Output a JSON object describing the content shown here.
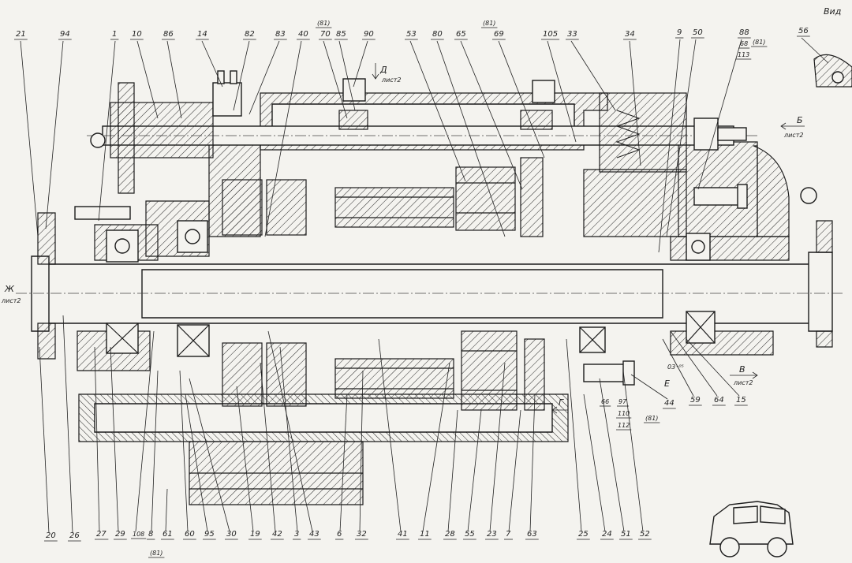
{
  "view_label": "Вид",
  "callouts_top": [
    {
      "id": "c21",
      "text": "21"
    },
    {
      "id": "c94",
      "text": "94"
    },
    {
      "id": "c1",
      "text": "1"
    },
    {
      "id": "c10",
      "text": "10"
    },
    {
      "id": "c86",
      "text": "86"
    },
    {
      "id": "c14",
      "text": "14"
    },
    {
      "id": "c82",
      "text": "82"
    },
    {
      "id": "c83",
      "text": "83"
    },
    {
      "id": "c40",
      "text": "40"
    },
    {
      "id": "c70",
      "text": "70"
    },
    {
      "id": "c85",
      "text": "85"
    },
    {
      "id": "c90",
      "text": "90"
    },
    {
      "id": "c53",
      "text": "53"
    },
    {
      "id": "c80",
      "text": "80"
    },
    {
      "id": "c65",
      "text": "65"
    },
    {
      "id": "c69",
      "text": "69"
    },
    {
      "id": "c105",
      "text": "105"
    },
    {
      "id": "c33",
      "text": "33"
    },
    {
      "id": "c34",
      "text": "34"
    },
    {
      "id": "c9",
      "text": "9"
    },
    {
      "id": "c50",
      "text": "50"
    },
    {
      "id": "c88",
      "text": "88"
    },
    {
      "id": "c68",
      "text": "68"
    },
    {
      "id": "c113",
      "text": "113"
    },
    {
      "id": "c56",
      "text": "56"
    }
  ],
  "callouts_bottom": [
    {
      "id": "c20",
      "text": "20"
    },
    {
      "id": "c26",
      "text": "26"
    },
    {
      "id": "c27",
      "text": "27"
    },
    {
      "id": "c29",
      "text": "29"
    },
    {
      "id": "c108",
      "text": "108"
    },
    {
      "id": "c8",
      "text": "8"
    },
    {
      "id": "c61",
      "text": "61"
    },
    {
      "id": "c60",
      "text": "60"
    },
    {
      "id": "c95",
      "text": "95"
    },
    {
      "id": "c30",
      "text": "30"
    },
    {
      "id": "c19",
      "text": "19"
    },
    {
      "id": "c42",
      "text": "42"
    },
    {
      "id": "c3",
      "text": "3"
    },
    {
      "id": "c43",
      "text": "43"
    },
    {
      "id": "c6",
      "text": "6"
    },
    {
      "id": "c32",
      "text": "32"
    },
    {
      "id": "c41",
      "text": "41"
    },
    {
      "id": "c11",
      "text": "11"
    },
    {
      "id": "c28",
      "text": "28"
    },
    {
      "id": "c55",
      "text": "55"
    },
    {
      "id": "c23",
      "text": "23"
    },
    {
      "id": "c7",
      "text": "7"
    },
    {
      "id": "c63",
      "text": "63"
    },
    {
      "id": "c25",
      "text": "25"
    },
    {
      "id": "c24",
      "text": "24"
    },
    {
      "id": "c51",
      "text": "51"
    },
    {
      "id": "c52",
      "text": "52"
    }
  ],
  "callouts_right": [
    {
      "id": "c44",
      "text": "44"
    },
    {
      "id": "c59",
      "text": "59"
    },
    {
      "id": "c64",
      "text": "64"
    },
    {
      "id": "c15",
      "text": "15"
    },
    {
      "id": "c66",
      "text": "66"
    },
    {
      "id": "c97",
      "text": "97"
    },
    {
      "id": "c110",
      "text": "110"
    },
    {
      "id": "c112",
      "text": "112"
    }
  ],
  "circled_marks": [
    {
      "id": "m_top1",
      "text": "(81)"
    },
    {
      "id": "m_top2",
      "text": "(81)"
    },
    {
      "id": "m_top3",
      "text": "(81)"
    },
    {
      "id": "m_right",
      "text": "(81)"
    },
    {
      "id": "m_bottom",
      "text": "(81)"
    }
  ],
  "view_refs": [
    {
      "id": "vD",
      "letter": "Д",
      "sheet": "лист2"
    },
    {
      "id": "vB",
      "letter": "Б",
      "sheet": "лист2"
    },
    {
      "id": "vV",
      "letter": "В",
      "sheet": "лист2"
    },
    {
      "id": "vZh",
      "letter": "Ж",
      "sheet": "лист2"
    },
    {
      "id": "vG",
      "letter": "Г",
      "sheet": ""
    },
    {
      "id": "vE",
      "letter": "Е",
      "sheet": ""
    }
  ],
  "dimension_note": "03⁺⁰⁵"
}
